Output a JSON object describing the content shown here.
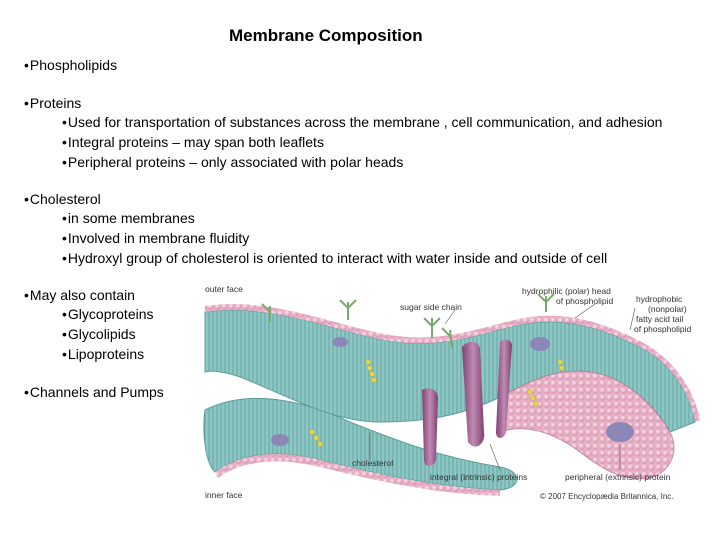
{
  "page": {
    "title": "Membrane Composition",
    "bullet": "•",
    "items": [
      {
        "text": "Phospholipids",
        "subitems": []
      },
      {
        "text": "Proteins",
        "subitems": [
          "Used for transportation of substances across the membrane , cell communication, and adhesion",
          "Integral proteins – may span both leaflets",
          "Peripheral proteins – only associated with polar heads"
        ]
      },
      {
        "text": "Cholesterol",
        "subitems": [
          "in some membranes",
          "Involved in membrane fluidity",
          "Hydroxyl group of cholesterol is oriented to interact with water inside and outside of cell"
        ]
      },
      {
        "text": "May  also contain",
        "subitems": [
          "Glycoproteins",
          "Glycolipids",
          "Lipoproteins"
        ]
      },
      {
        "text": "Channels  and Pumps",
        "subitems": []
      }
    ]
  },
  "figure": {
    "labels": {
      "outer_face": "outer face",
      "inner_face": "inner face",
      "sugar_side_chain": "sugar side chain",
      "hydrophilic_head_1": "hydrophilic (polar) head",
      "hydrophilic_head_2": "of phospholipid",
      "hydrophobic_tail_1": "hydrophobic",
      "hydrophobic_tail_2": "(nonpolar)",
      "hydrophobic_tail_3": "fatty acid tail",
      "hydrophobic_tail_4": "of phospholipid",
      "cholesterol": "cholesterol",
      "integral_proteins": "integral (intrinsic) proteins",
      "peripheral_protein": "peripheral (extrinsic) protein",
      "copyright": "© 2007 Encyclopædia Britannica, Inc."
    },
    "colors": {
      "head": "#e7b1c6",
      "tail": "#7fbfbd",
      "protein": "#8d87b8",
      "integral": "#9a5a86",
      "cholesterol": "#e5d64a",
      "sugar": "#7aa86e"
    }
  }
}
